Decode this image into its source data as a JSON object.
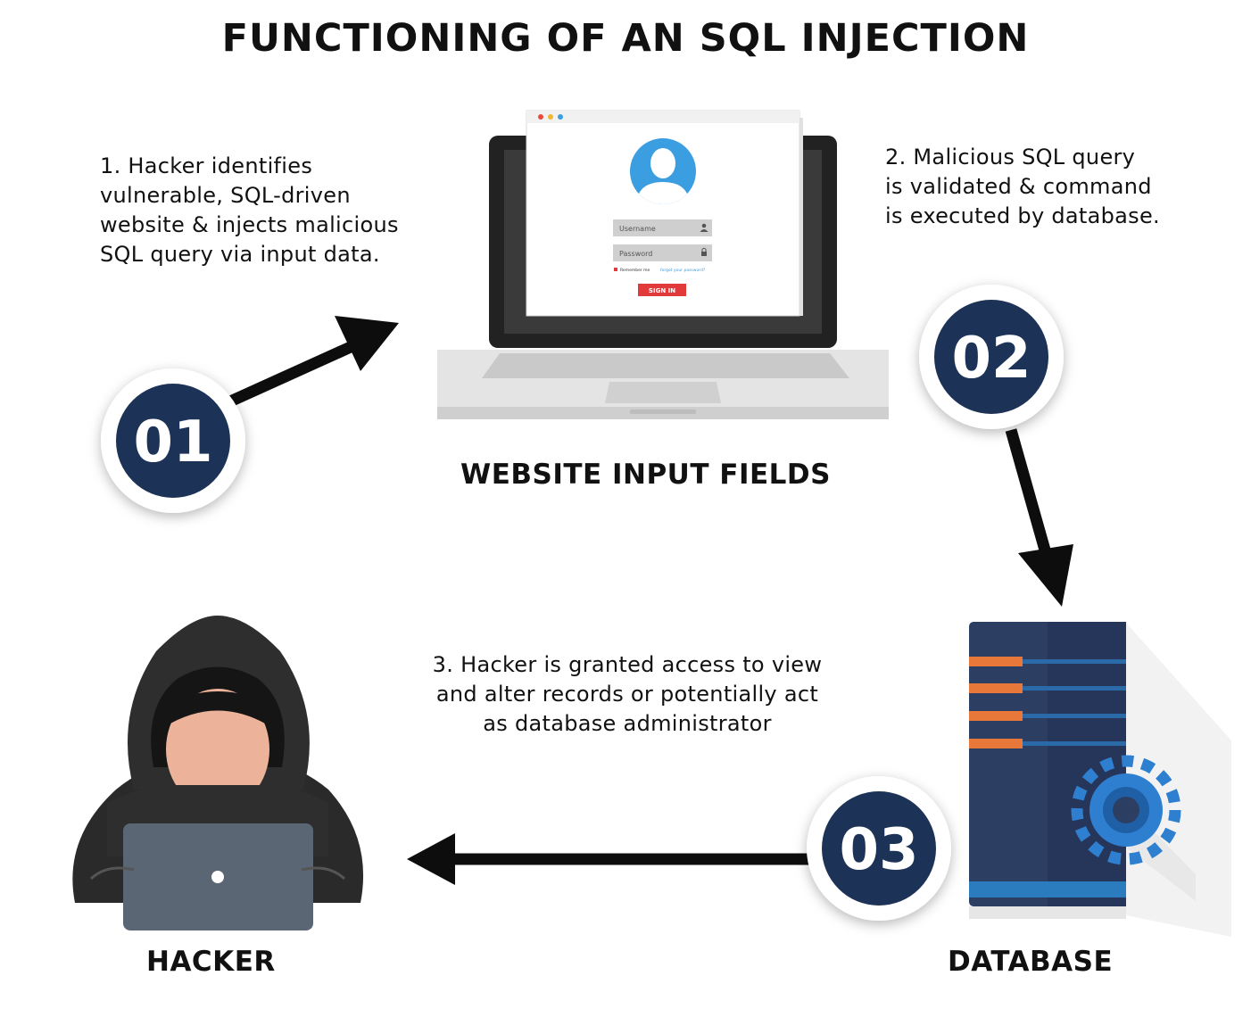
{
  "title": "FUNCTIONING OF AN SQL INJECTION",
  "steps": [
    {
      "number": "01",
      "caption_lines": [
        "1. Hacker identifies",
        "vulnerable, SQL-driven",
        "website & injects malicious",
        "SQL query via input data."
      ]
    },
    {
      "number": "02",
      "caption_lines": [
        "2. Malicious SQL query",
        "is validated & command",
        "is executed by database."
      ]
    },
    {
      "number": "03",
      "caption_lines": [
        "3. Hacker is granted access to view",
        "and alter records or potentially act",
        "as database administrator"
      ]
    }
  ],
  "nodes": {
    "website": "WEBSITE INPUT FIELDS",
    "database": "DATABASE",
    "hacker": "HACKER"
  },
  "login_form": {
    "username_placeholder": "Username",
    "password_placeholder": "Password",
    "remember_label": "Remember me",
    "forgot_link": "forgot your password?",
    "sign_in_label": "SIGN IN"
  },
  "colors": {
    "badge_fill": "#1f3356",
    "arrow": "#0d0d0d",
    "accent_orange": "#e8773a",
    "gear_blue": "#2f7fd0",
    "avatar_blue": "#3a9ee0",
    "sign_in_red": "#e03a3a"
  },
  "icons": [
    "laptop-icon",
    "user-avatar-icon",
    "server-icon",
    "gear-icon",
    "hacker-icon"
  ]
}
